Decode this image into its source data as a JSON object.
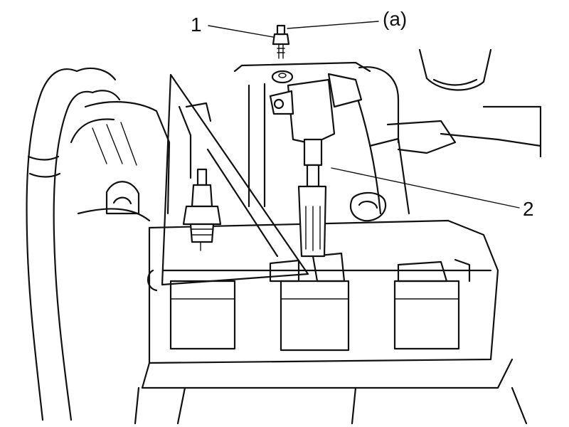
{
  "callouts": {
    "label_1": "1",
    "label_a": "(a)",
    "label_2": "2"
  },
  "colors": {
    "ink": "#111111",
    "background": "#ffffff"
  }
}
